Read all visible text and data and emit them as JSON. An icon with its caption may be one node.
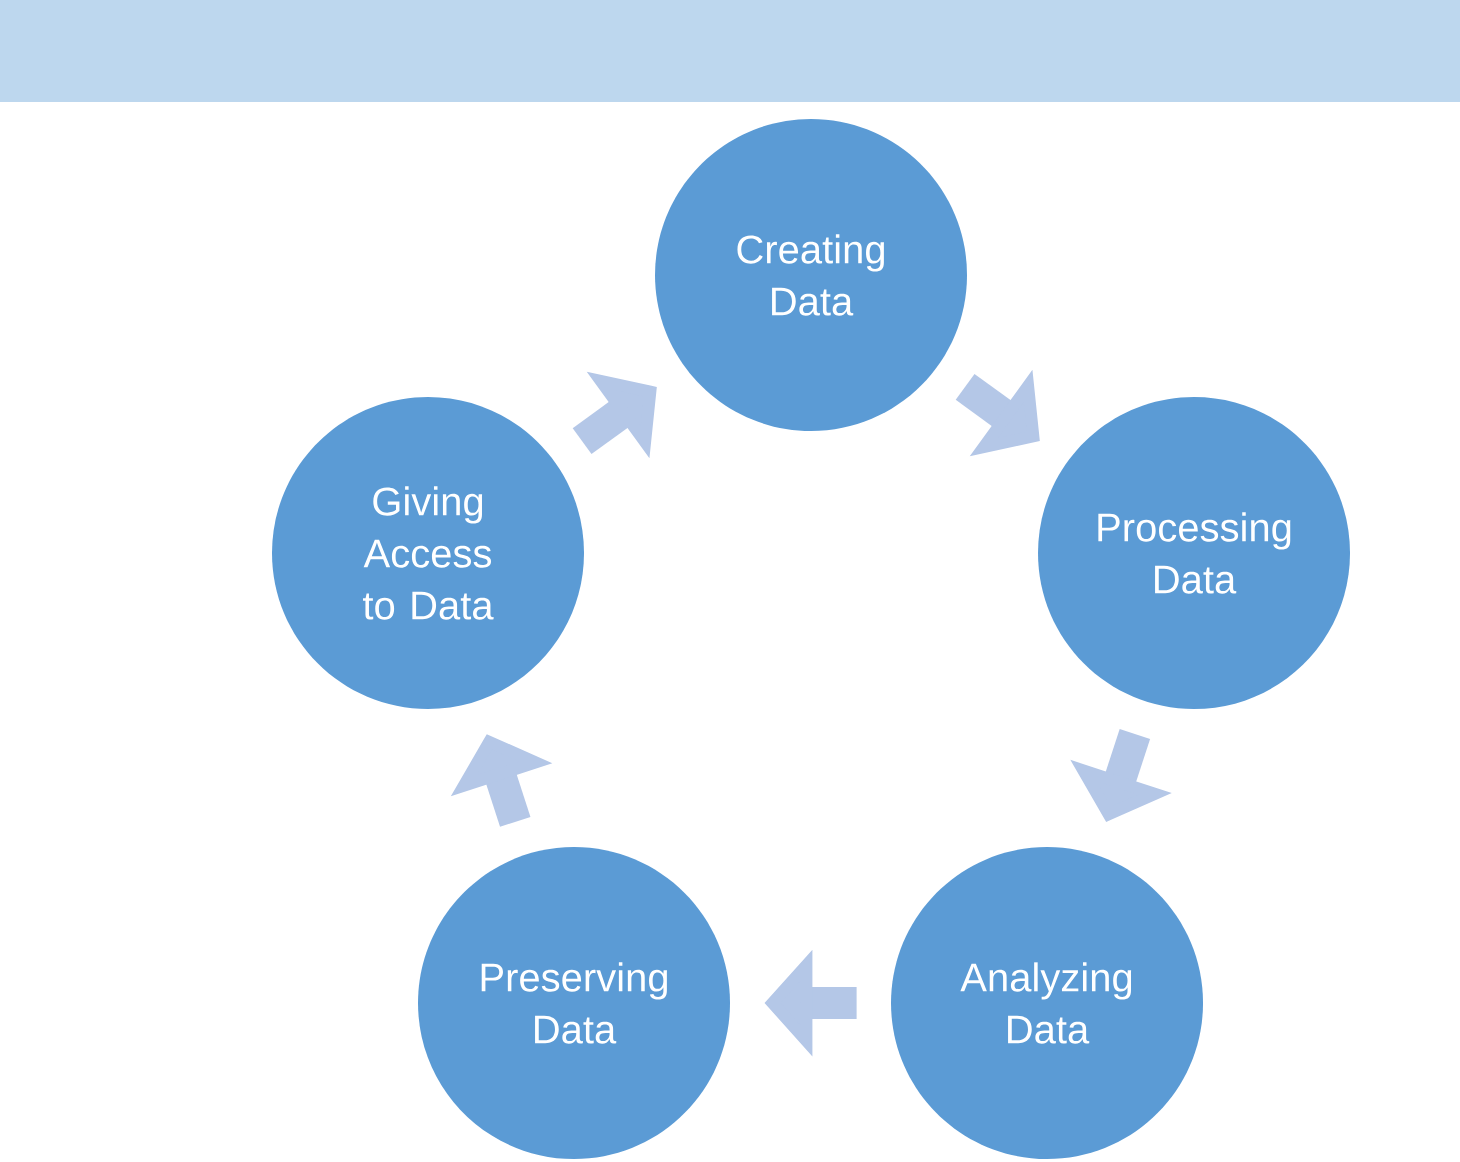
{
  "diagram": {
    "nodes": [
      {
        "text": [
          "Creating Data"
        ]
      },
      {
        "text": [
          "Processing Data"
        ]
      },
      {
        "text": [
          "Analyzing Data"
        ]
      },
      {
        "text": [
          "Preserving Data"
        ]
      },
      {
        "text": [
          "Giving Access to Data"
        ]
      }
    ],
    "edges": [
      {
        "from": 0,
        "to": 1,
        "arrow": "to"
      },
      {
        "from": 1,
        "to": 2,
        "arrow": "to"
      },
      {
        "from": 2,
        "to": 3,
        "arrow": "to"
      },
      {
        "from": 3,
        "to": 4,
        "arrow": "to"
      },
      {
        "from": 4,
        "to": 0,
        "arrow": "to"
      }
    ]
  }
}
